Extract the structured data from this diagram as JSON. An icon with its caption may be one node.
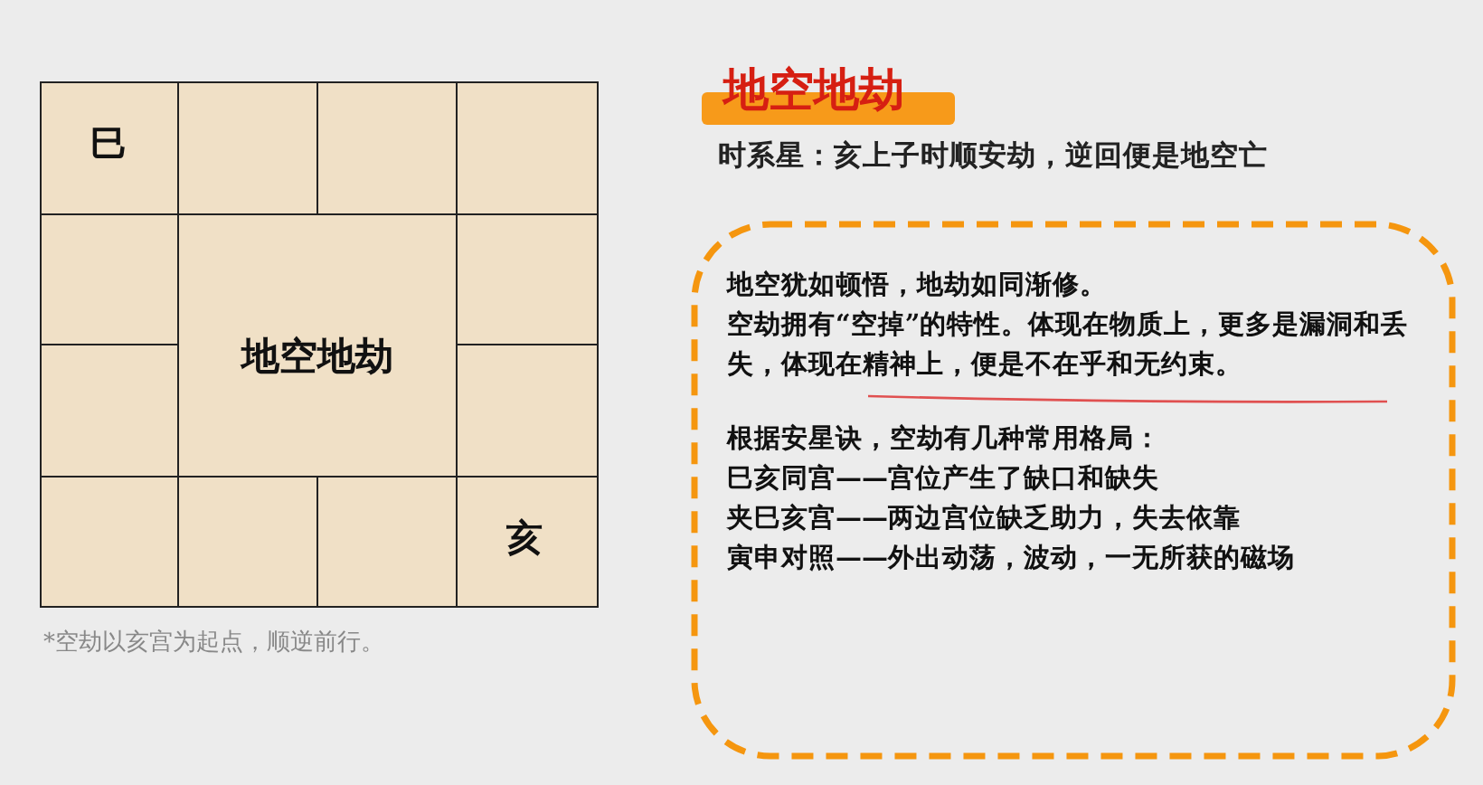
{
  "diagram": {
    "nodes": [
      {
        "text": [
          "巳"
        ]
      },
      {
        "text": [],
        "shape": "box"
      },
      {
        "text": [],
        "shape": "box"
      },
      {
        "text": [],
        "shape": "box"
      },
      {
        "text": [],
        "shape": "box"
      },
      {
        "text": [
          "地空地劫"
        ]
      },
      {
        "text": [],
        "shape": "box"
      },
      {
        "text": [],
        "shape": "box"
      },
      {
        "text": [],
        "shape": "box"
      },
      {
        "text": [],
        "shape": "box"
      },
      {
        "text": [],
        "shape": "box"
      },
      {
        "text": [],
        "shape": "box"
      },
      {
        "text": [
          "亥"
        ]
      },
      {
        "text": [
          "地空地劫"
        ]
      },
      {
        "text": [
          "地空犹如顿悟，地劫如同渐修。",
          "空劫拥有“空掉”的特性。体现在物质上，更多是漏洞和丢失，体现在精神上，便是不在乎和无约束。",
          "根据安星诀，空劫有几种常用格局：",
          "巳亥同宫——宫位产生了缺口和缺失",
          "夹巳亥宫——两边宫位缺乏助力，失去依靠",
          "寅申对照——外出动荡，波动，一无所获的磁场"
        ]
      }
    ],
    "edges": [],
    "labels": [
      "时系星：亥上子时顺安劫，逆回便是地空亡",
      "*空劫以亥宫为起点，顺逆前行。"
    ]
  }
}
